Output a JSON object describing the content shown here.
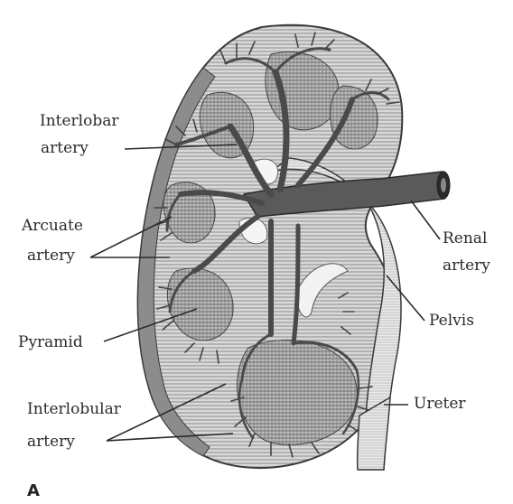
{
  "labels": {
    "interlobar_line1": "Interlobar",
    "interlobar_line2": "artery",
    "arcuate_line1": "Arcuate",
    "arcuate_line2": "artery",
    "renal_line1": "Renal",
    "renal_line2": "artery",
    "pelvis": "Pelvis",
    "pyramid": "Pyramid",
    "ureter": "Ureter",
    "interlobular_line1": "Interlobular",
    "interlobular_line2": "artery"
  },
  "figure_letter": "A",
  "colors": {
    "ink": "#3a3a3a",
    "cortex": "#9a9a9a",
    "pyramid_fill": "#7d7d7d",
    "vessel": "#4a4a4a",
    "background": "#ffffff"
  }
}
